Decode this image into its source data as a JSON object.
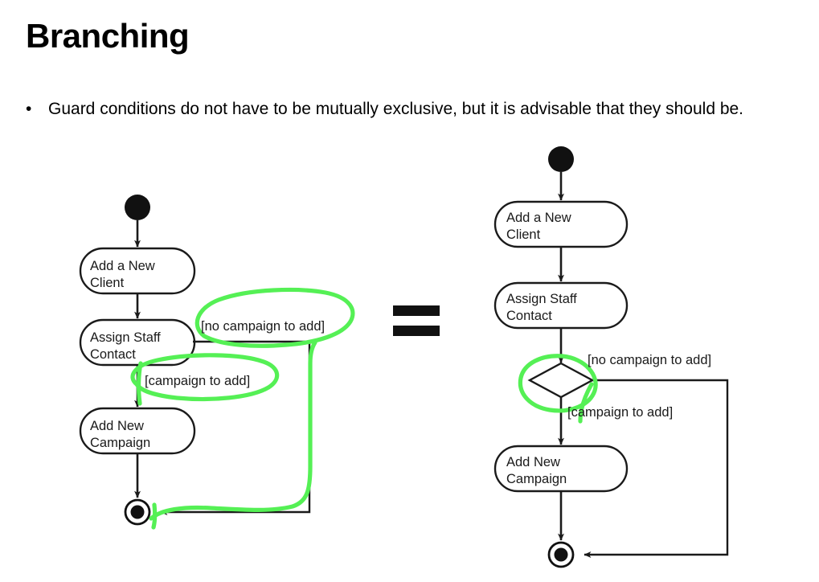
{
  "slide": {
    "title": "Branching",
    "bullet_marker": "•",
    "bullet_text": "Guard conditions do not have to be mutually exclusive, but it is advisable that they should be."
  },
  "colors": {
    "background": "#ffffff",
    "text": "#000000",
    "diagram_stroke": "#1a1a1a",
    "highlight_green": "#55f055"
  },
  "equals_sign": {
    "label": "=",
    "bar_count": 2
  },
  "diagrams": [
    {
      "id": "left-diagram",
      "name": "implicit-branch-activity-diagram",
      "nodes": [
        {
          "id": "left-initial",
          "type": "initial-node",
          "label": ""
        },
        {
          "id": "left-activity-1",
          "type": "activity",
          "label": "Add a New\nClient"
        },
        {
          "id": "left-activity-2",
          "type": "activity",
          "label": "Assign Staff\nContact"
        },
        {
          "id": "left-activity-3",
          "type": "activity",
          "label": "Add New\nCampaign"
        },
        {
          "id": "left-final",
          "type": "final-node",
          "label": ""
        }
      ],
      "guards": [
        {
          "id": "left-guard-no",
          "text": "[no campaign to add]"
        },
        {
          "id": "left-guard-yes",
          "text": "[campaign to add]"
        }
      ]
    },
    {
      "id": "right-diagram",
      "name": "explicit-decision-activity-diagram",
      "nodes": [
        {
          "id": "right-initial",
          "type": "initial-node",
          "label": ""
        },
        {
          "id": "right-activity-1",
          "type": "activity",
          "label": "Add a New\nClient"
        },
        {
          "id": "right-activity-2",
          "type": "activity",
          "label": "Assign Staff\nContact"
        },
        {
          "id": "right-decision",
          "type": "decision-diamond",
          "label": ""
        },
        {
          "id": "right-activity-3",
          "type": "activity",
          "label": "Add New\nCampaign"
        },
        {
          "id": "right-final",
          "type": "final-node",
          "label": ""
        }
      ],
      "guards": [
        {
          "id": "right-guard-no",
          "text": "[no campaign to add]"
        },
        {
          "id": "right-guard-yes",
          "text": "[campaign to add]"
        }
      ]
    }
  ],
  "annotations": [
    {
      "id": "ann-left-guard-no",
      "type": "green-ellipse",
      "target": "[no campaign to add]"
    },
    {
      "id": "ann-left-guard-yes",
      "type": "green-ellipse",
      "target": "[campaign to add]"
    },
    {
      "id": "ann-left-return-path",
      "type": "green-trace",
      "target": "return-transition"
    },
    {
      "id": "ann-right-decision",
      "type": "green-ellipse",
      "target": "decision-diamond"
    }
  ]
}
